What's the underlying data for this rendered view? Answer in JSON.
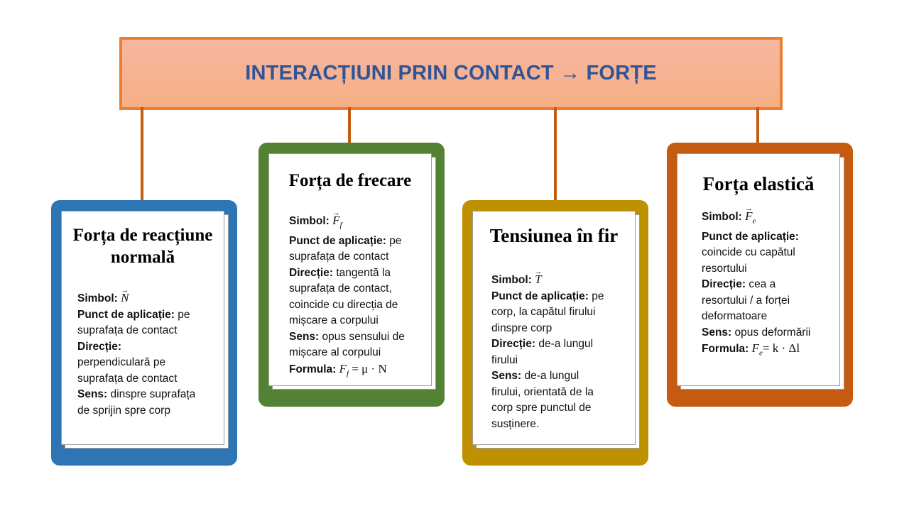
{
  "header": {
    "title": "INTERACȚIUNI PRIN CONTACT → FORȚE"
  },
  "colors": {
    "header_border": "#ED7D31",
    "header_fill": "#F5AF85",
    "header_text": "#2F5597",
    "connector": "#C55A11",
    "card1": "#2E75B6",
    "card2": "#548235",
    "card3": "#BF9000",
    "card4": "#C55A11"
  },
  "cards": [
    {
      "title_line1": "Forța de reacțiune",
      "title_line2": "normală",
      "symbol_label": "Simbol:",
      "symbol": "N",
      "point_label": "Punct de aplicație:",
      "point_text_1": "pe",
      "point_text_2": "suprafața de contact",
      "direction_label": "Direcție:",
      "direction_text_1": "perpendiculară pe",
      "direction_text_2": "suprafața de contact",
      "sense_label": "Sens:",
      "sense_text_1": "dinspre suprafața",
      "sense_text_2": "de sprijin spre corp"
    },
    {
      "title": "Forța de frecare",
      "symbol_label": "Simbol:",
      "symbol": "F",
      "symbol_sub": "f",
      "point_label": "Punct de aplicație:",
      "point_text_1": "pe",
      "point_text_2": "suprafața de contact",
      "direction_label": "Direcție:",
      "direction_text_1": "tangentă la",
      "direction_text_2": "suprafața de contact,",
      "direction_text_3": "coincide cu direcția de",
      "direction_text_4": "mișcare a corpului",
      "sense_label": "Sens:",
      "sense_text_1": "opus sensului de",
      "sense_text_2": "mișcare al corpului",
      "formula_label": "Formula:",
      "formula_lhs": "F",
      "formula_lhs_sub": "f",
      "formula_rhs": "= μ · N"
    },
    {
      "title": "Tensiunea în fir",
      "symbol_label": "Simbol:",
      "symbol": "T",
      "point_label": "Punct de aplicație:",
      "point_text_1": "pe",
      "point_text_2": "corp, la capătul firului",
      "point_text_3": "dinspre corp",
      "direction_label": "Direcție:",
      "direction_text_1": "de-a lungul",
      "direction_text_2": "firului",
      "sense_label": "Sens:",
      "sense_text_1": "de-a lungul",
      "sense_text_2": "firului, orientată de la",
      "sense_text_3": "corp spre punctul de",
      "sense_text_4": "susținere."
    },
    {
      "title": "Forța elastică",
      "symbol_label": "Simbol:",
      "symbol": "F",
      "symbol_sub": "e",
      "point_label": "Punct de aplicație:",
      "point_text_1": "coincide cu capătul",
      "point_text_2": "resortului",
      "direction_label": "Direcție:",
      "direction_text_1": "cea a",
      "direction_text_2": "resortului / a forței",
      "direction_text_3": "deformatoare",
      "sense_label": "Sens:",
      "sense_text_1": "opus deformării",
      "formula_label": "Formula:",
      "formula_lhs": "F",
      "formula_lhs_sub": "e",
      "formula_rhs": "= k · Δl"
    }
  ]
}
